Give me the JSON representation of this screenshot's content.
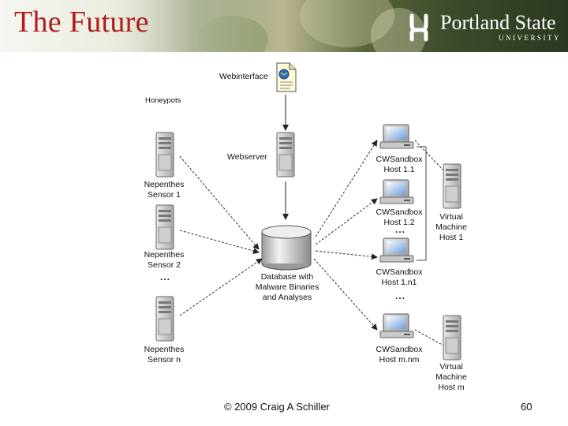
{
  "header": {
    "title": "The Future",
    "logo": {
      "name": "Portland State",
      "subtitle": "UNIVERSITY"
    }
  },
  "diagram": {
    "webinterface": "Webinterface",
    "honeypots": "Honeypots",
    "webserver": "Webserver",
    "database": [
      "Database with",
      "Malware Binaries",
      "and Analyses"
    ],
    "sensors": [
      {
        "line1": "Nepenthes",
        "line2": "Sensor 1"
      },
      {
        "line1": "Nepenthes",
        "line2": "Sensor 2"
      },
      {
        "line1": "Nepenthes",
        "line2": "Sensor n"
      }
    ],
    "sensor_ellipsis": "...",
    "sandboxes": [
      {
        "line1": "CWSandbox",
        "line2": "Host 1.1"
      },
      {
        "line1": "CWSandbox",
        "line2": "Host 1.2"
      },
      {
        "line1": "CWSandbox",
        "line2": "Host 1.n1"
      },
      {
        "line1": "CWSandbox",
        "line2": "Host m.nm"
      }
    ],
    "sandbox_ellipsis_1": "...",
    "sandbox_ellipsis_2": "...",
    "vms": [
      {
        "line1": "Virtual",
        "line2": "Machine",
        "line3": "Host 1"
      },
      {
        "line1": "Virtual",
        "line2": "Machine",
        "line3": "Host m"
      }
    ]
  },
  "footer": {
    "copyright": "© 2009 Craig A Schiller",
    "page": "60"
  }
}
